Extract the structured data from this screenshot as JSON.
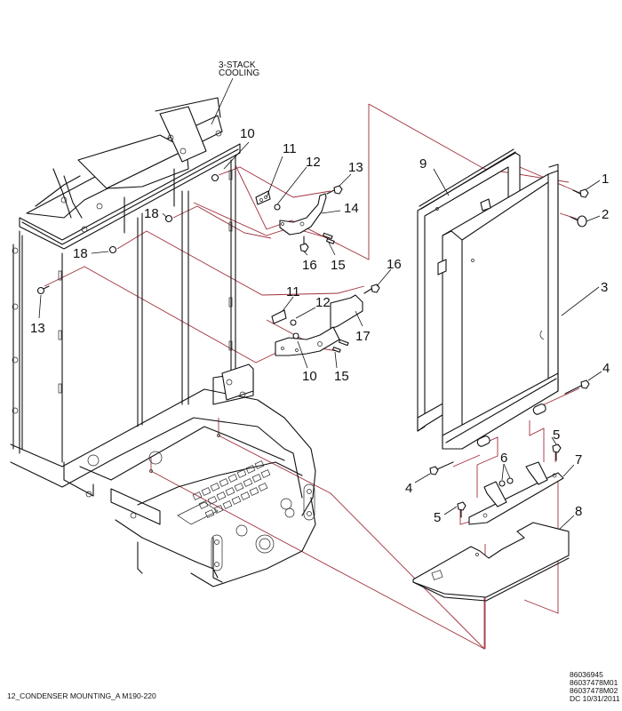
{
  "diagram": {
    "title": "12_CONDENSER MOUNTING_A M190-220",
    "note": {
      "line1": "3-STACK",
      "line2": "COOLING"
    },
    "part_refs": [
      "86036945",
      "86037478M01",
      "86037478M02",
      "DC 10/31/2011"
    ],
    "leader_color": "#a0303a",
    "callouts": {
      "c1": "1",
      "c2": "2",
      "c3": "3",
      "c4a": "4",
      "c4b": "4",
      "c5a": "5",
      "c5b": "5",
      "c6": "6",
      "c7": "7",
      "c8": "8",
      "c9": "9",
      "c10a": "10",
      "c10b": "10",
      "c11a": "11",
      "c11b": "11",
      "c12a": "12",
      "c12b": "12",
      "c13a": "13",
      "c13b": "13",
      "c14": "14",
      "c15a": "15",
      "c15b": "15",
      "c16a": "16",
      "c16b": "16",
      "c17": "17",
      "c18a": "18",
      "c18b": "18"
    }
  }
}
